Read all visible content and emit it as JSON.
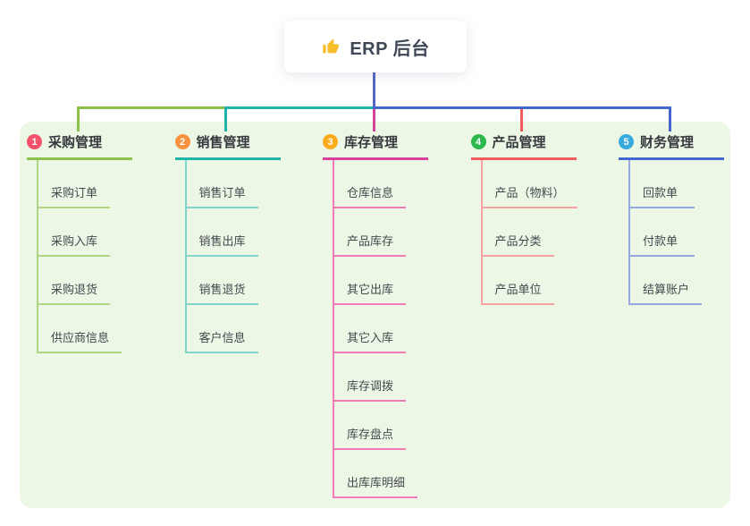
{
  "root": {
    "label": "ERP 后台",
    "icon": "thumbs-up-icon",
    "icon_color": "#f7bd2b",
    "line_color": "#5565c8"
  },
  "panel": {
    "background": "#ecf7e6"
  },
  "trunk": {
    "segment_colors": [
      "#8bc34a",
      "#1fb3a9",
      "#4468d0"
    ]
  },
  "branches": [
    {
      "num": "1",
      "title": "采购管理",
      "badge_color": "#f4516c",
      "line_color": "#8bc34a",
      "sub_line_color": "#aed581",
      "items": [
        "采购订单",
        "采购入库",
        "采购退货",
        "供应商信息"
      ]
    },
    {
      "num": "2",
      "title": "销售管理",
      "badge_color": "#f9923e",
      "line_color": "#1fb3a9",
      "sub_line_color": "#84d3cb",
      "items": [
        "销售订单",
        "销售出库",
        "销售退货",
        "客户信息"
      ]
    },
    {
      "num": "3",
      "title": "库存管理",
      "badge_color": "#fbab1c",
      "line_color": "#d6419b",
      "sub_line_color": "#f27ab8",
      "items": [
        "仓库信息",
        "产品库存",
        "其它出库",
        "其它入库",
        "库存调拨",
        "库存盘点",
        "出库库明细"
      ]
    },
    {
      "num": "4",
      "title": "产品管理",
      "badge_color": "#2db84b",
      "line_color": "#f15b5b",
      "sub_line_color": "#f8a2a2",
      "items": [
        "产品（物料）",
        "产品分类",
        "产品单位"
      ]
    },
    {
      "num": "5",
      "title": "财务管理",
      "badge_color": "#36a9dd",
      "line_color": "#4468d0",
      "sub_line_color": "#95a8e0",
      "items": [
        "回款单",
        "付款单",
        "结算账户"
      ]
    }
  ]
}
